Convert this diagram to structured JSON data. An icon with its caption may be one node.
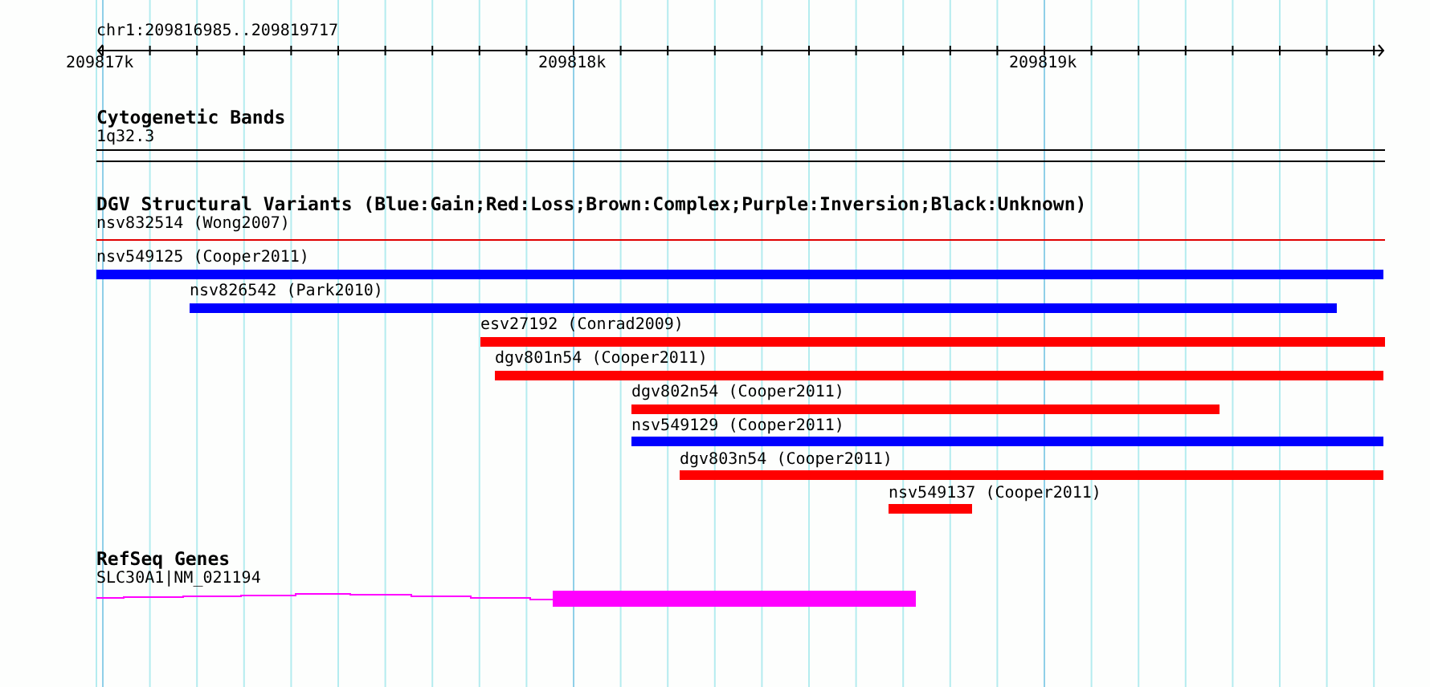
{
  "diagram": {
    "nodes": [
      {
        "text": [
          "1q32.3"
        ]
      },
      {
        "text": [
          "nsv832514 (Wong2007)"
        ]
      },
      {
        "text": [
          "nsv549125 (Cooper2011)"
        ]
      },
      {
        "text": [
          "nsv826542 (Park2010)"
        ]
      },
      {
        "text": [
          "esv27192 (Conrad2009)"
        ]
      },
      {
        "text": [
          "dgv801n54 (Cooper2011)"
        ]
      },
      {
        "text": [
          "dgv802n54 (Cooper2011)"
        ]
      },
      {
        "text": [
          "nsv549129 (Cooper2011)"
        ]
      },
      {
        "text": [
          "dgv803n54 (Cooper2011)"
        ]
      },
      {
        "text": [
          "nsv549137 (Cooper2011)"
        ]
      },
      {
        "text": [
          "SLC30A1|NM_021194"
        ]
      }
    ],
    "labels": [
      "chr1:209816985..209819717",
      "209817k",
      "209818k",
      "209819k",
      "Cytogenetic Bands",
      "DGV Structural Variants (Blue:Gain;Red:Loss;Brown:Complex;Purple:Inversion;Black:Unknown)",
      "RefSeq Genes"
    ]
  }
}
